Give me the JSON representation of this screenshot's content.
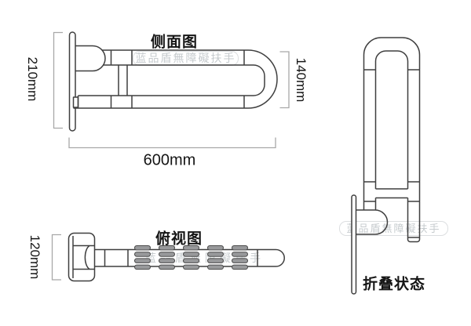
{
  "product_diagram": {
    "watermark_text": "蓝品盾無障礙扶手",
    "side_view": {
      "title": "侧面图",
      "overall_height": "210mm",
      "end_height": "140mm",
      "length": "600mm"
    },
    "top_view": {
      "title": "俯视图",
      "width": "120mm"
    },
    "folded_view": {
      "title": "折叠状态"
    },
    "colors": {
      "outline": "#3f3f3f",
      "dimension_line": "#a8a8a8",
      "label_text": "#151515",
      "watermark": "#c6cbce",
      "rib_fill": "#98999b"
    }
  }
}
